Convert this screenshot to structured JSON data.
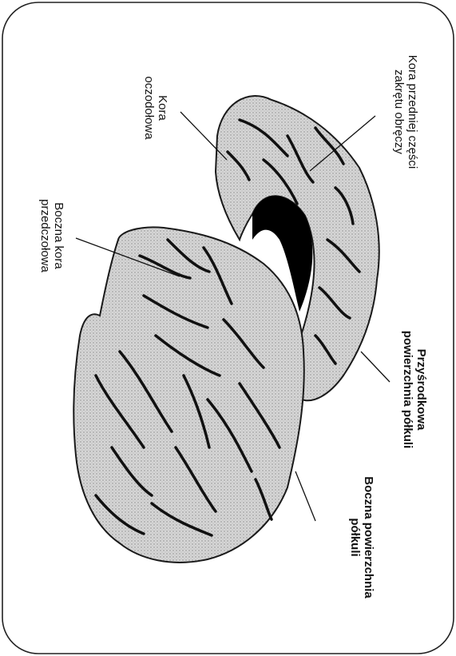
{
  "labels": {
    "orbitofrontal": [
      "Kora",
      "oczodołowa"
    ],
    "anterior_cingulate": [
      "Kora przedniej części",
      "zakrętu obręczy"
    ],
    "lateral_prefrontal": [
      "Boczna kora",
      "przedczołowa"
    ],
    "medial_surface": [
      "Przyśrodkowa",
      "powierzchnia półkuli"
    ],
    "lateral_surface": [
      "Boczna powierzchnia",
      "półkuli"
    ]
  },
  "colors": {
    "cortex_fill": "#d9d9d9",
    "sulcus": "#111111",
    "outline": "#1a1a1a"
  }
}
